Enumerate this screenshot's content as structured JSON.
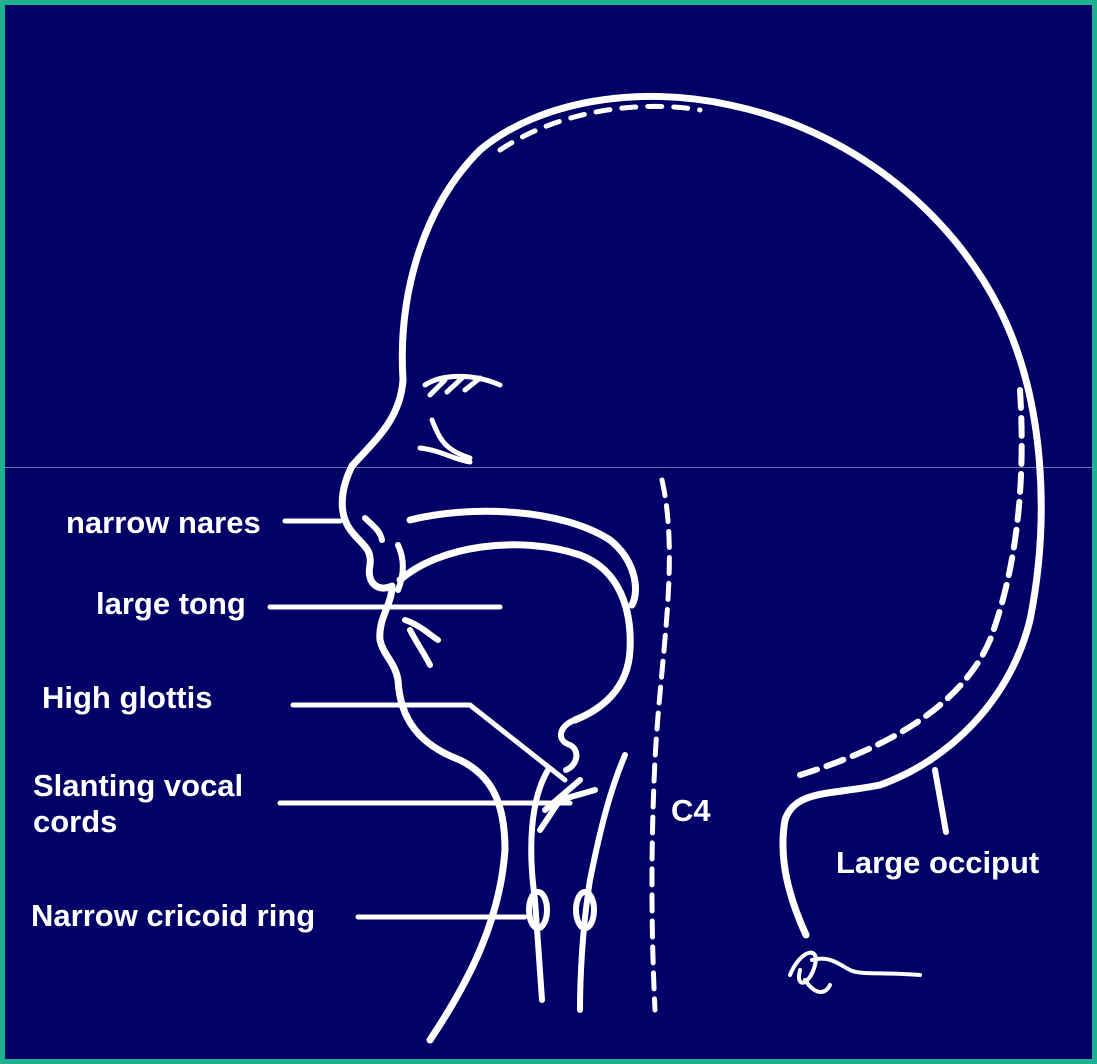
{
  "colors": {
    "background": "#000066",
    "border": "#1fb08f",
    "line_art": "#ffffff",
    "text": "#ffffff"
  },
  "labels": {
    "narrow_nares": "narrow nares",
    "large_tong": "large tong",
    "high_glottis": "High glottis",
    "slanting_vocal_cords": "Slanting vocal cords",
    "c4": "C4",
    "large_occiput": "Large occiput",
    "narrow_cricoid_ring": "Narrow cricoid ring"
  }
}
